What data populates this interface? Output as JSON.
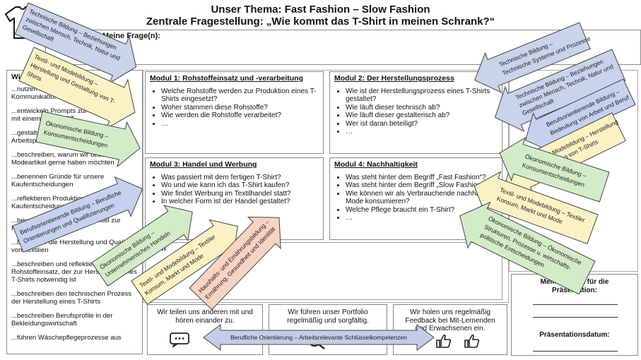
{
  "header": {
    "line1": "Unser Thema: Fast Fashion – Slow Fashion",
    "line2": "Zentrale Fragestellung: „Wie kommt das T-Shirt in meinen Schrank?“"
  },
  "question_box": {
    "label": "Meine Frage(n):"
  },
  "left_column": {
    "heading": "Wir",
    "items": [
      "...nutzen Informations- und Kommunikationstechnik",
      "...entwickeln Prompts zur Unterstützung mit einem CHATBOT",
      "...gestalten eine gemeinsame Arbeitsplattform",
      "...beschreiben, warum wir bestimmte Modeartikel gerne haben möchten",
      "...benennen Gründe für unsere Kaufentscheidungen",
      "...reflektieren Produktionsabläufe und Kaufentscheidungen zur Nachhaltigkeit",
      "...beurteilen Verfahren und Mittel zur Kleidungspflege",
      "...beurteilen die Herstellung und Qualität von Textilien",
      "...beschreiben und reflektieren den Rohstoffeinsatz, der zur Herstellung eines T-Shirts notwendig ist",
      "...beschreiben den technischen Prozess der Herstellung eines T-Shirts",
      "...beschreiben Berufsprofile in der Bekleidungswirtschaft",
      "...führen Wäschepflegeprozesse aus"
    ]
  },
  "modules": [
    {
      "title": "Modul 1: Rohstoffeinsatz und -verarbeitung",
      "items": [
        "Welche Rohstoffe werden zur Produktion eines T-Shirts eingesetzt?",
        "Woher stammen diese Rohstoffe?",
        "Wie werden die Rohstoffe verarbeitet?",
        "…"
      ]
    },
    {
      "title": "Modul 2: Der Herstellungsprozess",
      "items": [
        "Wie ist der Herstellungsprozess eines T-Shirts gestaltet?",
        "Wie läuft dieser technisch ab?",
        "Wie läuft dieser gestalterisch ab?",
        "Wer ist daran beteiligt?",
        "…"
      ]
    },
    {
      "title": "Modul 3: Handel und Werbung",
      "items": [
        "Was passiert mit dem fertigen T-Shirt?",
        "Wo und wie kann ich das T-Shirt kaufen?",
        "Wie findet Werbung im Textilhandel statt?",
        "In welcher Form ist der Handel gestaltet?"
      ]
    },
    {
      "title": "Modul 4: Nachhaltigkeit",
      "items": [
        "Was steht hinter dem Begriff „Fast Fashion“?",
        "Was steht hinter dem Begriff „Slow Fashion?“",
        "Wie können wir als Verbrauchende nachhaltig Mode konsumieren?",
        "Welche Pflege braucht ein T-Shirt?",
        "…"
      ]
    }
  ],
  "middle_label": "Mein",
  "bottom_boxes": [
    "Wir teilen uns anderen mit und hören einander zu.",
    "Wir führen unser Portfolio regelmäßig und sorgfältig.",
    "Wir holen uns regelmäßig Feedback bei Mit-Lernenden und Erwachsenen ein."
  ],
  "product_box": {
    "line1": "Mein          Produkt für die",
    "line2": "Präsentation:",
    "date_label": "Präsentationsdatum:"
  },
  "arrows": {
    "top_left_1": [
      "Technische Bildung – Beziehungen",
      "zwischen Mensch, Technik, Natur und",
      "Gesellschaft"
    ],
    "top_left_2": [
      "Textil- und Modebildung –",
      "Herstellung und Gestaltung von T-",
      "Shirts"
    ],
    "top_left_3": [
      "Ökonomische Bildung –",
      "Konsumentscheidungen"
    ],
    "bl_beruf": [
      "Berufsorientierende Bildung – Berufliche",
      "Orientierungen und Qualifizierungen"
    ],
    "bl_oeko": [
      "Ökonomische Bildung –",
      "Unternehmerisches Handeln"
    ],
    "bl_textil": [
      "Textil- und Modebildung – Textiler",
      "Konsum, Markt und Mode"
    ],
    "bl_haushalt": [
      "Haushalts- und Ernährungsbildung –",
      "Ernährung, Gesundheit und Identität"
    ],
    "r_tech1": [
      "Technische Bildung –",
      "Technische Systeme und Prozesse"
    ],
    "r_tech2": [
      "Technische Bildung – Beziehungen",
      "zwischen Mensch, Technik, Natur und",
      "Gesellschaft"
    ],
    "r_beruf": [
      "Berufsorientierende Bildung –",
      "Bedeutung von Arbeit und Beruf"
    ],
    "r_textil1": [
      "Textil- und Modebildung – Herstellung",
      "und Gestaltung von T-Shirts"
    ],
    "r_oeko1": [
      "Ökonomische Bildung –",
      "Konsumentscheidungen"
    ],
    "r_textil2": [
      "Textil- und Modebildung – Textiler",
      "Konsum, Markt und Mode"
    ],
    "r_oeko2": [
      "Ökonomische Bildung – Ökonomische",
      "Strukturen, Prozesse u. wirtschafts-",
      "politische Entscheidungen"
    ],
    "bottom_arrow": "Berufliche Orientierung – Arbeitsrelevante Schlüsselkompetenzen"
  },
  "colors": {
    "tech": "#c9d3ea",
    "textil": "#fbf2c4",
    "oeko": "#d3ecc8",
    "beruf": "#c5d1ef",
    "haushalt": "#f8d3c2",
    "bottom_arrow": "#c3cde8"
  }
}
